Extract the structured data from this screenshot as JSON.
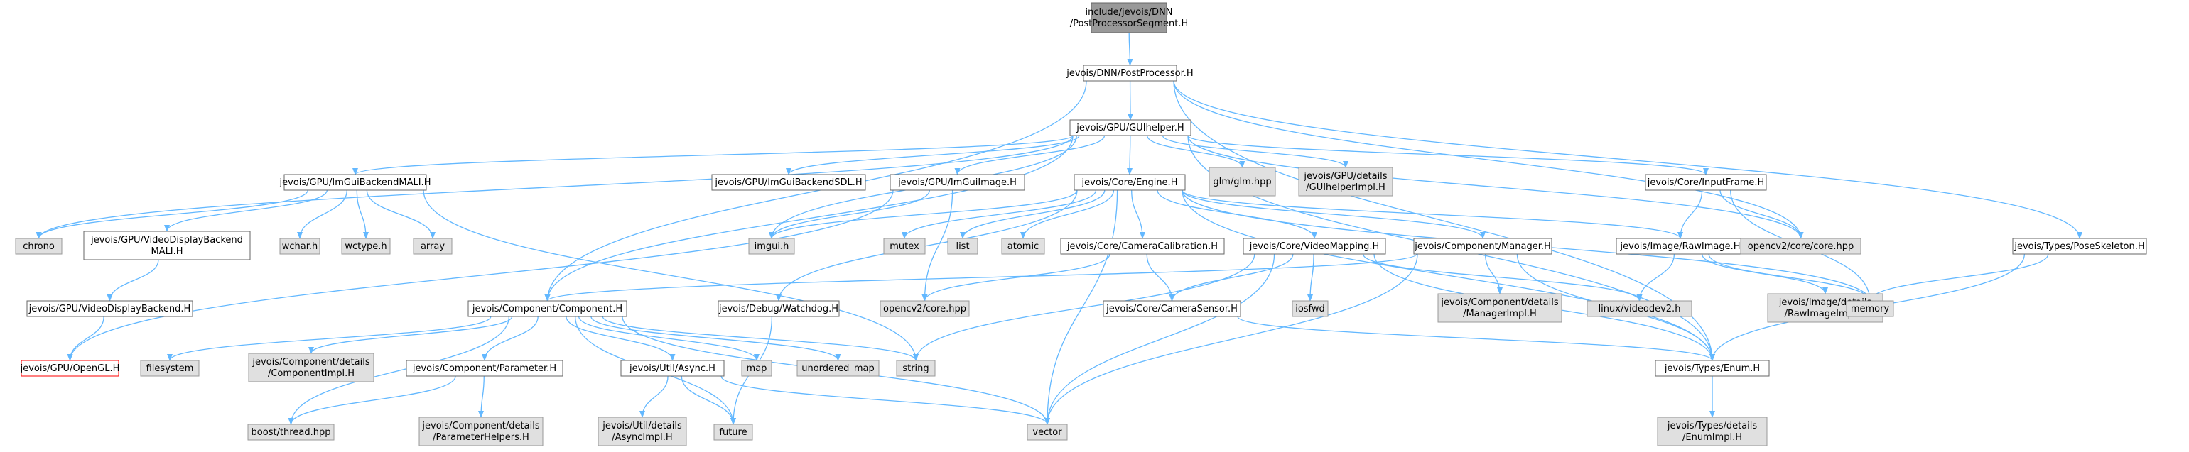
{
  "colors": {
    "edge": "#63b8ff",
    "root_fill": "#999999",
    "root_stroke": "#666666",
    "doc_fill": "#ffffff",
    "doc_stroke": "#666666",
    "sys_fill": "#e0e0e0",
    "sys_stroke": "#999999",
    "missing_fill": "#ffffff",
    "missing_stroke": "#ff0000"
  },
  "nodes": [
    {
      "id": "root",
      "kind": "root",
      "lines": [
        "include/jevois/DNN",
        "/PostProcessorSegment.H"
      ]
    },
    {
      "id": "pp",
      "kind": "doc",
      "lines": [
        "jevois/DNN/PostProcessor.H"
      ]
    },
    {
      "id": "gui",
      "kind": "doc",
      "lines": [
        "jevois/GPU/GUIhelper.H"
      ]
    },
    {
      "id": "mali",
      "kind": "doc",
      "lines": [
        "jevois/GPU/ImGuiBackendMALI.H"
      ]
    },
    {
      "id": "sdl",
      "kind": "doc",
      "lines": [
        "jevois/GPU/ImGuiBackendSDL.H"
      ]
    },
    {
      "id": "img",
      "kind": "doc",
      "lines": [
        "jevois/GPU/ImGuiImage.H"
      ]
    },
    {
      "id": "engine",
      "kind": "doc",
      "lines": [
        "jevois/Core/Engine.H"
      ]
    },
    {
      "id": "glm",
      "kind": "sys",
      "lines": [
        "glm/glm.hpp"
      ]
    },
    {
      "id": "guiimpl",
      "kind": "sys",
      "lines": [
        "jevois/GPU/details",
        "/GUIhelperImpl.H"
      ]
    },
    {
      "id": "inframe",
      "kind": "doc",
      "lines": [
        "jevois/Core/InputFrame.H"
      ]
    },
    {
      "id": "chrono",
      "kind": "sys",
      "lines": [
        "chrono"
      ]
    },
    {
      "id": "vdbmali",
      "kind": "doc",
      "lines": [
        "jevois/GPU/VideoDisplayBackend",
        "MALI.H"
      ]
    },
    {
      "id": "wchar",
      "kind": "sys",
      "lines": [
        "wchar.h"
      ]
    },
    {
      "id": "wctype",
      "kind": "sys",
      "lines": [
        "wctype.h"
      ]
    },
    {
      "id": "array",
      "kind": "sys",
      "lines": [
        "array"
      ]
    },
    {
      "id": "imgui",
      "kind": "sys",
      "lines": [
        "imgui.h"
      ]
    },
    {
      "id": "mutex",
      "kind": "sys",
      "lines": [
        "mutex"
      ]
    },
    {
      "id": "list",
      "kind": "sys",
      "lines": [
        "list"
      ]
    },
    {
      "id": "atomic",
      "kind": "sys",
      "lines": [
        "atomic"
      ]
    },
    {
      "id": "camcal",
      "kind": "doc",
      "lines": [
        "jevois/Core/CameraCalibration.H"
      ]
    },
    {
      "id": "vmap",
      "kind": "doc",
      "lines": [
        "jevois/Core/VideoMapping.H"
      ]
    },
    {
      "id": "cmgr",
      "kind": "doc",
      "lines": [
        "jevois/Component/Manager.H"
      ]
    },
    {
      "id": "rawimg",
      "kind": "doc",
      "lines": [
        "jevois/Image/RawImage.H"
      ]
    },
    {
      "id": "cvcorehpp",
      "kind": "sys",
      "lines": [
        "opencv2/core/core.hpp"
      ]
    },
    {
      "id": "pose",
      "kind": "doc",
      "lines": [
        "jevois/Types/PoseSkeleton.H"
      ]
    },
    {
      "id": "vdb",
      "kind": "doc",
      "lines": [
        "jevois/GPU/VideoDisplayBackend.H"
      ]
    },
    {
      "id": "comp",
      "kind": "doc",
      "lines": [
        "jevois/Component/Component.H"
      ]
    },
    {
      "id": "watchdog",
      "kind": "doc",
      "lines": [
        "jevois/Debug/Watchdog.H"
      ]
    },
    {
      "id": "cvcore",
      "kind": "sys",
      "lines": [
        "opencv2/core.hpp"
      ]
    },
    {
      "id": "camsensor",
      "kind": "doc",
      "lines": [
        "jevois/Core/CameraSensor.H"
      ]
    },
    {
      "id": "iosfwd",
      "kind": "sys",
      "lines": [
        "iosfwd"
      ]
    },
    {
      "id": "mgrimpl",
      "kind": "sys",
      "lines": [
        "jevois/Component/details",
        "/ManagerImpl.H"
      ]
    },
    {
      "id": "v4l2",
      "kind": "sys",
      "lines": [
        "linux/videodev2.h"
      ]
    },
    {
      "id": "rawimpl",
      "kind": "sys",
      "lines": [
        "jevois/Image/details",
        "/RawImageImpl.H"
      ]
    },
    {
      "id": "memory",
      "kind": "sys",
      "lines": [
        "memory"
      ]
    },
    {
      "id": "opengl",
      "kind": "missing",
      "lines": [
        "jevois/GPU/OpenGL.H"
      ]
    },
    {
      "id": "filesystem",
      "kind": "sys",
      "lines": [
        "filesystem"
      ]
    },
    {
      "id": "compimpl",
      "kind": "sys",
      "lines": [
        "jevois/Component/details",
        "/ComponentImpl.H"
      ]
    },
    {
      "id": "param",
      "kind": "doc",
      "lines": [
        "jevois/Component/Parameter.H"
      ]
    },
    {
      "id": "async",
      "kind": "doc",
      "lines": [
        "jevois/Util/Async.H"
      ]
    },
    {
      "id": "map",
      "kind": "sys",
      "lines": [
        "map"
      ]
    },
    {
      "id": "umap",
      "kind": "sys",
      "lines": [
        "unordered_map"
      ]
    },
    {
      "id": "string",
      "kind": "sys",
      "lines": [
        "string"
      ]
    },
    {
      "id": "enumh",
      "kind": "doc",
      "lines": [
        "jevois/Types/Enum.H"
      ]
    },
    {
      "id": "boost",
      "kind": "sys",
      "lines": [
        "boost/thread.hpp"
      ]
    },
    {
      "id": "paramhelp",
      "kind": "sys",
      "lines": [
        "jevois/Component/details",
        "/ParameterHelpers.H"
      ]
    },
    {
      "id": "asyncimpl",
      "kind": "sys",
      "lines": [
        "jevois/Util/details",
        "/AsyncImpl.H"
      ]
    },
    {
      "id": "future",
      "kind": "sys",
      "lines": [
        "future"
      ]
    },
    {
      "id": "vector",
      "kind": "sys",
      "lines": [
        "vector"
      ]
    },
    {
      "id": "enumimpl",
      "kind": "sys",
      "lines": [
        "jevois/Types/details",
        "/EnumImpl.H"
      ]
    }
  ],
  "edges": [
    [
      "root",
      "pp"
    ],
    [
      "pp",
      "gui"
    ],
    [
      "pp",
      "comp"
    ],
    [
      "pp",
      "cvcorehpp"
    ],
    [
      "pp",
      "pose"
    ],
    [
      "pp",
      "enumh"
    ],
    [
      "gui",
      "mali"
    ],
    [
      "gui",
      "sdl"
    ],
    [
      "gui",
      "img"
    ],
    [
      "gui",
      "engine"
    ],
    [
      "gui",
      "glm"
    ],
    [
      "gui",
      "guiimpl"
    ],
    [
      "gui",
      "inframe"
    ],
    [
      "gui",
      "chrono"
    ],
    [
      "gui",
      "imgui"
    ],
    [
      "gui",
      "comp"
    ],
    [
      "gui",
      "cvcorehpp"
    ],
    [
      "gui",
      "enumh"
    ],
    [
      "mali",
      "vdbmali"
    ],
    [
      "mali",
      "wchar"
    ],
    [
      "mali",
      "wctype"
    ],
    [
      "mali",
      "array"
    ],
    [
      "mali",
      "chrono"
    ],
    [
      "mali",
      "string"
    ],
    [
      "img",
      "imgui"
    ],
    [
      "img",
      "opengl"
    ],
    [
      "img",
      "cvcore"
    ],
    [
      "engine",
      "imgui"
    ],
    [
      "engine",
      "mutex"
    ],
    [
      "engine",
      "list"
    ],
    [
      "engine",
      "atomic"
    ],
    [
      "engine",
      "camcal"
    ],
    [
      "engine",
      "vmap"
    ],
    [
      "engine",
      "cmgr"
    ],
    [
      "engine",
      "rawimg"
    ],
    [
      "engine",
      "watchdog"
    ],
    [
      "engine",
      "vector"
    ],
    [
      "engine",
      "memory"
    ],
    [
      "engine",
      "enumh"
    ],
    [
      "inframe",
      "rawimg"
    ],
    [
      "inframe",
      "cvcorehpp"
    ],
    [
      "inframe",
      "memory"
    ],
    [
      "vdbmali",
      "vdb"
    ],
    [
      "vdb",
      "opengl"
    ],
    [
      "camcal",
      "cvcore"
    ],
    [
      "camcal",
      "camsensor"
    ],
    [
      "vmap",
      "v4l2"
    ],
    [
      "vmap",
      "iosfwd"
    ],
    [
      "vmap",
      "camsensor"
    ],
    [
      "vmap",
      "string"
    ],
    [
      "vmap",
      "vector"
    ],
    [
      "vmap",
      "enumh"
    ],
    [
      "cmgr",
      "comp"
    ],
    [
      "cmgr",
      "mgrimpl"
    ],
    [
      "cmgr",
      "enumh"
    ],
    [
      "cmgr",
      "vector"
    ],
    [
      "rawimg",
      "v4l2"
    ],
    [
      "rawimg",
      "memory"
    ],
    [
      "rawimg",
      "rawimpl"
    ],
    [
      "pose",
      "memory"
    ],
    [
      "pose",
      "enumh"
    ],
    [
      "comp",
      "filesystem"
    ],
    [
      "comp",
      "compimpl"
    ],
    [
      "comp",
      "param"
    ],
    [
      "comp",
      "async"
    ],
    [
      "comp",
      "map"
    ],
    [
      "comp",
      "umap"
    ],
    [
      "comp",
      "string"
    ],
    [
      "comp",
      "boost"
    ],
    [
      "comp",
      "future"
    ],
    [
      "comp",
      "vector"
    ],
    [
      "param",
      "boost"
    ],
    [
      "param",
      "paramhelp"
    ],
    [
      "async",
      "asyncimpl"
    ],
    [
      "async",
      "future"
    ],
    [
      "async",
      "vector"
    ],
    [
      "watchdog",
      "future"
    ],
    [
      "camsensor",
      "enumh"
    ],
    [
      "enumh",
      "enumimpl"
    ]
  ]
}
